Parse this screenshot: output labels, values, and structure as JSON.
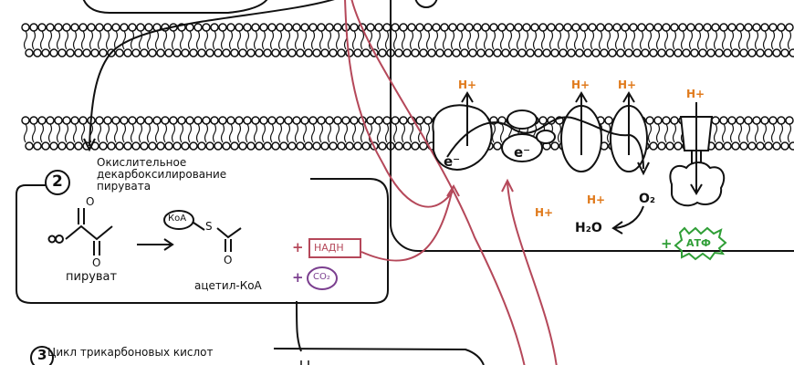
{
  "stage2": {
    "number": "2",
    "title": "Окислительное декарбоксилирование пирувата",
    "pyruvate_label": "пируват",
    "acetyl_label": "ацетил-КоА",
    "koa": "КоА",
    "sulfur": "S",
    "oxygen": "O",
    "nadh_plus": "+",
    "nadh": "НАДН",
    "co2_plus": "+",
    "co2": "CO₂"
  },
  "stage3": {
    "number": "3",
    "title": "Цикл трикарбоновых кислот"
  },
  "etc": {
    "h_plus": "H+",
    "electron": "e⁻",
    "o2": "O₂",
    "water": "H₂O",
    "atp_plus": "+",
    "atp": "АТФ"
  },
  "colors": {
    "ink": "#111111",
    "proton": "#e07a1c",
    "nadh_arrow": "#b5485a",
    "co2": "#7b3f8f",
    "atp": "#2f9e36"
  }
}
